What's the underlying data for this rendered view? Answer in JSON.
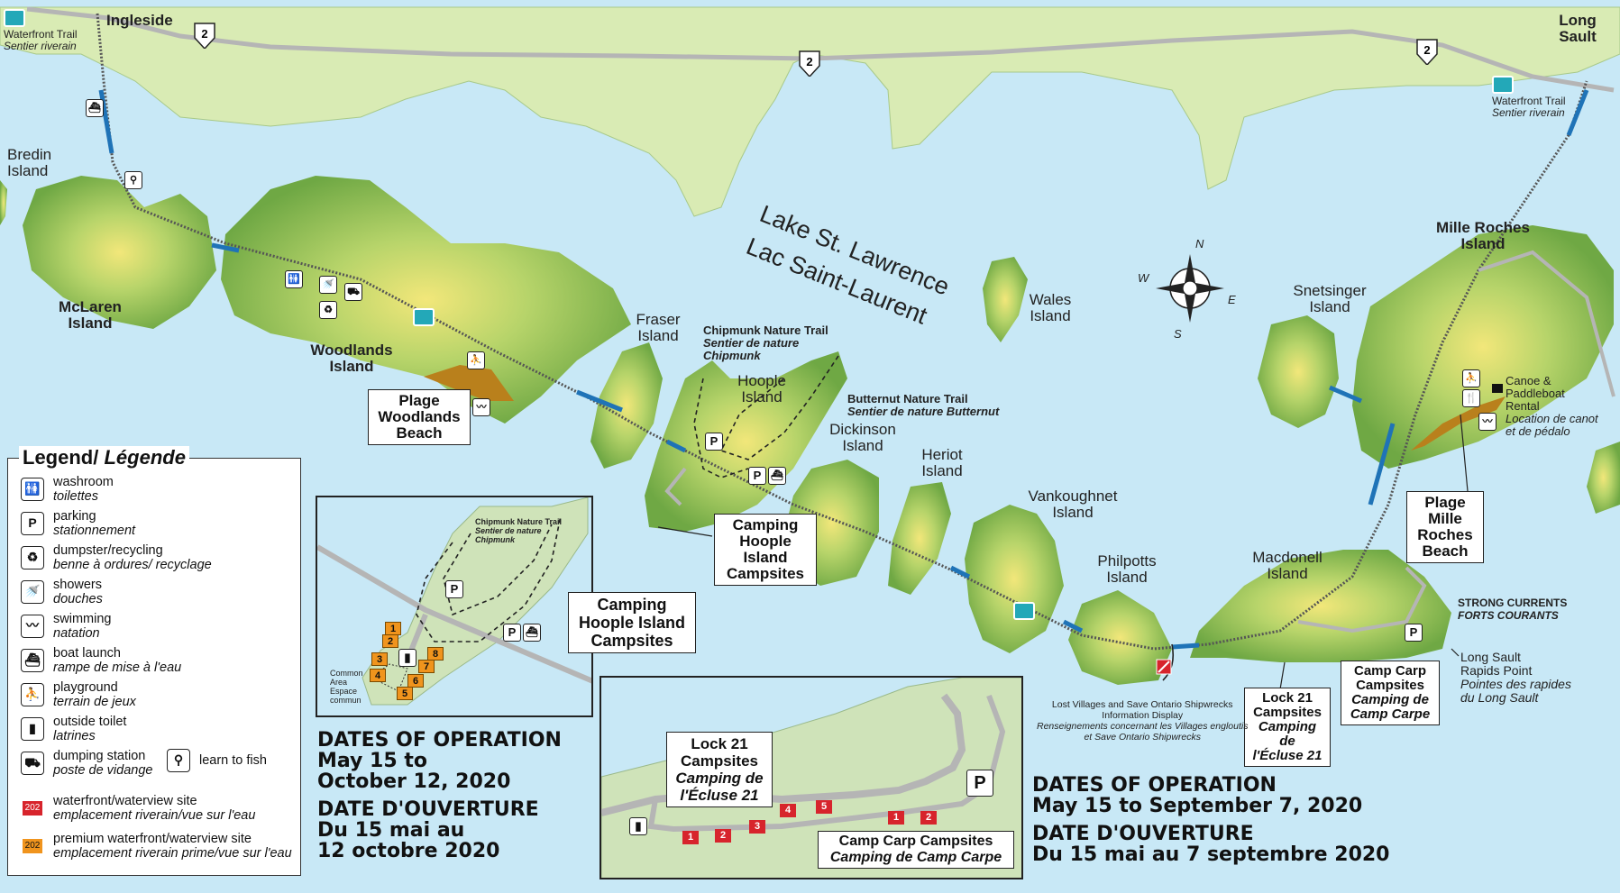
{
  "colors": {
    "water": "#c8e8f6",
    "land_mainland": "#d9ebb4",
    "island_green": "#8fc05a",
    "highway": "#b5b5b5",
    "waterfront_trail": "#1f73b7",
    "beach": "#b9801c",
    "site_red": "#d7242c",
    "site_orange": "#f0941d"
  },
  "places": {
    "ingleside": "Ingleside",
    "long_sault": "Long Sault",
    "bredin": "Bredin Island",
    "mclaren": "McLaren Island",
    "woodlands": "Woodlands Island",
    "fraser": "Fraser Island",
    "hoople": "Hoople Island",
    "dickinson": "Dickinson Island",
    "heriot": "Heriot Island",
    "wales": "Wales Island",
    "vankoughnet": "Vankoughnet Island",
    "philpotts": "Philpotts Island",
    "macdonell": "Macdonell Island",
    "snetsinger": "Snetsinger Island",
    "mille_roches": "Mille Roches Island"
  },
  "lake": {
    "en": "Lake St. Lawrence",
    "fr": "Lac Saint-Laurent"
  },
  "highway_number": "2",
  "waterfront_trail": {
    "en": "Waterfront Trail",
    "fr": "Sentier riverain"
  },
  "trails": {
    "chipmunk_en": "Chipmunk Nature Trail",
    "chipmunk_fr": "Sentier de nature Chipmunk",
    "butternut_en": "Butternut Nature Trail",
    "butternut_fr": "Sentier de nature Butternut"
  },
  "compass": {
    "n": "N",
    "s": "S",
    "e": "E",
    "w": "W"
  },
  "callouts": {
    "woodlands_beach": [
      "Plage",
      "Woodlands",
      "Beach"
    ],
    "hoople_camping": [
      "Camping",
      "Hoople Island",
      "Campsites"
    ],
    "mille_roches_beach": [
      "Plage",
      "Mille",
      "Roches",
      "Beach"
    ],
    "lock21": {
      "en1": "Lock 21",
      "en2": "Campsites",
      "fr1": "Camping de",
      "fr2": "l'Écluse 21"
    },
    "campcarp": {
      "en1": "Camp Carp",
      "en2": "Campsites",
      "fr1": "Camping de",
      "fr2": "Camp Carpe"
    }
  },
  "canoe": {
    "en1": "Canoe &",
    "en2": "Paddleboat",
    "en3": "Rental",
    "fr1": "Location de canot",
    "fr2": "et de pédalo"
  },
  "currents": {
    "en": "STRONG CURRENTS",
    "fr": "FORTS COURANTS"
  },
  "rapids": {
    "en1": "Long Sault",
    "en2": "Rapids Point",
    "fr1": "Pointes des rapides",
    "fr2": "du Long Sault"
  },
  "lost_villages": {
    "en1": "Lost Villages and Save Ontario Shipwrecks",
    "en2": "Information Display",
    "fr1": "Renseignements concernant les Villages engloutis",
    "fr2": "et Save Ontario Shipwrecks"
  },
  "legend": {
    "title_en": "Legend/",
    "title_fr": "Légende",
    "items": [
      {
        "en": "washroom",
        "fr": "toilettes",
        "icon": "washroom-icon",
        "glyph": "🚻"
      },
      {
        "en": "parking",
        "fr": "stationnement",
        "icon": "parking-icon",
        "glyph": "P"
      },
      {
        "en": "dumpster/recycling",
        "fr": "benne à ordures/ recyclage",
        "icon": "recycling-icon",
        "glyph": "♻"
      },
      {
        "en": "showers",
        "fr": "douches",
        "icon": "shower-icon",
        "glyph": "🚿"
      },
      {
        "en": "swimming",
        "fr": "natation",
        "icon": "swimming-icon",
        "glyph": "〰"
      },
      {
        "en": "boat launch",
        "fr": "rampe de mise à l'eau",
        "icon": "boat-launch-icon",
        "glyph": "⛴"
      },
      {
        "en": "playground",
        "fr": "terrain de jeux",
        "icon": "playground-icon",
        "glyph": "⛹"
      },
      {
        "en": "outside toilet",
        "fr": "latrines",
        "icon": "outhouse-icon",
        "glyph": "▮"
      },
      {
        "en": "dumping station",
        "fr": "poste de vidange",
        "icon": "dumping-station-icon",
        "glyph": "⛟"
      }
    ],
    "learn_to_fish": "learn to fish",
    "waterfront_site": {
      "en": "waterfront/waterview site",
      "fr": "emplacement riverain/vue sur l'eau",
      "number": "202"
    },
    "premium_site": {
      "en": "premium waterfront/waterview site",
      "fr": "emplacement riverain prime/vue sur l'eau",
      "number": "202"
    }
  },
  "hoople_inset": {
    "chipmunk_en": "Chipmunk Nature Trail",
    "chipmunk_fr1": "Sentier de nature",
    "chipmunk_fr2": "Chipmunk",
    "common1": "Common",
    "common2": "Area",
    "common3": "Espace",
    "common4": "commun",
    "sites": [
      "1",
      "2",
      "3",
      "4",
      "5",
      "6",
      "7",
      "8"
    ],
    "title": [
      "Camping",
      "Hoople Island",
      "Campsites"
    ]
  },
  "lock_inset": {
    "lock_title": {
      "en1": "Lock 21",
      "en2": "Campsites",
      "fr1": "Camping de",
      "fr2": "l'Écluse 21"
    },
    "lock_sites": [
      "1",
      "2",
      "3",
      "4",
      "5"
    ],
    "carp_sites": [
      "1",
      "2"
    ],
    "carp_title_en": "Camp Carp Campsites",
    "carp_title_fr": "Camping de Camp Carpe",
    "parking": "P"
  },
  "dates_hoople": {
    "en1": "DATES OF OPERATION",
    "en2": "May 15 to",
    "en3": "October 12, 2020",
    "fr1": "DATE D'OUVERTURE",
    "fr2": "Du 15 mai au",
    "fr3": "12 octobre 2020"
  },
  "dates_lock": {
    "en1": "DATES OF OPERATION",
    "en2": "May 15 to September 7, 2020",
    "fr1": "DATE D'OUVERTURE",
    "fr2": "Du 15 mai au 7 septembre 2020"
  },
  "parking_label": "P"
}
